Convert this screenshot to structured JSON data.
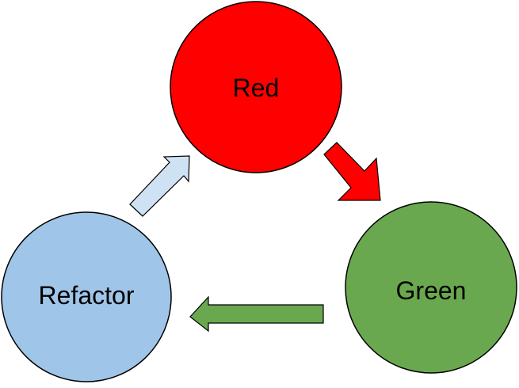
{
  "diagram": {
    "title": "Red Green Refactor cycle",
    "nodes": [
      {
        "id": "red",
        "label": "Red",
        "fill": "#ff0000"
      },
      {
        "id": "green",
        "label": "Green",
        "fill": "#6aa84f"
      },
      {
        "id": "refactor",
        "label": "Refactor",
        "fill": "#9fc5e8"
      }
    ],
    "edges": [
      {
        "from": "red",
        "to": "green",
        "fill": "#ff0000"
      },
      {
        "from": "green",
        "to": "refactor",
        "fill": "#6aa84f"
      },
      {
        "from": "refactor",
        "to": "red",
        "fill": "#cfe2f3"
      }
    ],
    "stroke": "#000000"
  }
}
